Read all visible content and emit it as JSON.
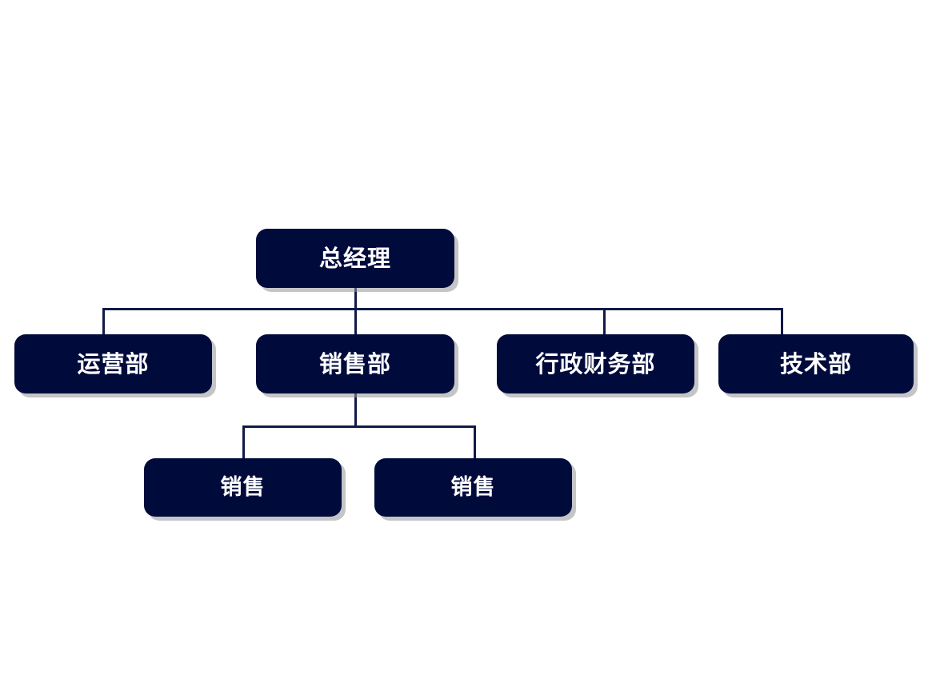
{
  "chart": {
    "type": "org-chart",
    "title": "",
    "background_color": "#ffffff",
    "node_fill_color": "#000b3c",
    "node_text_color": "#ffffff",
    "connector_color": "#111a47",
    "shadow_color": "#96969b"
  },
  "nodes": {
    "root": {
      "label": "总经理",
      "level": 1
    },
    "level2": [
      {
        "label": "运营部",
        "level": 2
      },
      {
        "label": "销售部",
        "level": 2
      },
      {
        "label": "行政财务部",
        "level": 2
      },
      {
        "label": "技术部",
        "level": 2
      }
    ],
    "level3": [
      {
        "label": "销售",
        "level": 3
      },
      {
        "label": "销售",
        "level": 3
      }
    ]
  },
  "hierarchy": {
    "总经理": [
      "运营部",
      "销售部",
      "行政财务部",
      "技术部"
    ],
    "销售部": [
      "销售",
      "销售"
    ]
  }
}
